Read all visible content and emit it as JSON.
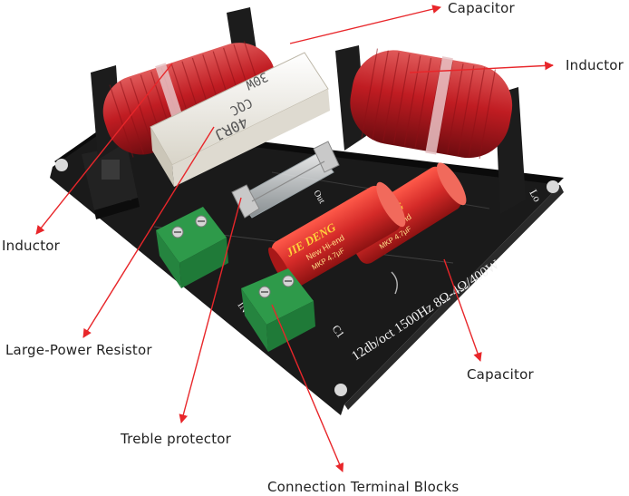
{
  "callouts": {
    "capacitor_top": "Capacitor",
    "inductor_right": "Inductor",
    "inductor_left": "Inductor",
    "resistor": "Large-Power Resistor",
    "capacitor_bottom": "Capacitor",
    "treble_protector": "Treble protector",
    "terminal_blocks": "Connection Terminal Blocks"
  },
  "board_print": {
    "spec": "12db/oct  1500Hz  8Ω-4Ω/400W",
    "in_left": "IN",
    "in_front": "IN",
    "c1": "C1",
    "lo": "Lo",
    "out": "Out"
  },
  "capacitor_print": {
    "brand": "JIE DENG",
    "subline": "New Hi-end",
    "model": "MKP 4.7μF"
  },
  "resistor_print": {
    "line1": "30W",
    "line2": "CQC",
    "line3": "40RJ"
  },
  "colors": {
    "arrow": "#e8262a",
    "board": "#151515",
    "coil": "#b81820",
    "capacitor": "#d42a28",
    "terminal": "#2e9a4a",
    "resistor": "#f2f0ea"
  }
}
